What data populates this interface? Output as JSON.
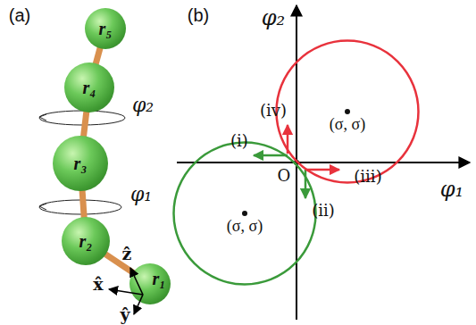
{
  "diagram": {
    "nodes": [
      {
        "text": [
          "r₁"
        ]
      },
      {
        "text": [
          "r₂"
        ]
      },
      {
        "text": [
          "r₃"
        ]
      },
      {
        "text": [
          "r₄"
        ]
      },
      {
        "text": [
          "r₅"
        ]
      },
      {
        "text": [
          "(σ, σ)"
        ]
      },
      {
        "text": [
          "(σ, σ)"
        ]
      }
    ],
    "edges": [
      {
        "from": 0,
        "to": 1,
        "arrow": "none"
      },
      {
        "from": 1,
        "to": 2,
        "arrow": "none"
      },
      {
        "from": 2,
        "to": 3,
        "arrow": "none"
      },
      {
        "from": 3,
        "to": 4,
        "arrow": "none"
      }
    ],
    "labels": [
      "(a)",
      "(b)",
      "φ₂",
      "φ₁",
      "ẑ",
      "x̂",
      "ŷ",
      "φ₂",
      "φ₁",
      "O",
      "(i)",
      "(iv)",
      "(iii)",
      "(ii)"
    ]
  }
}
